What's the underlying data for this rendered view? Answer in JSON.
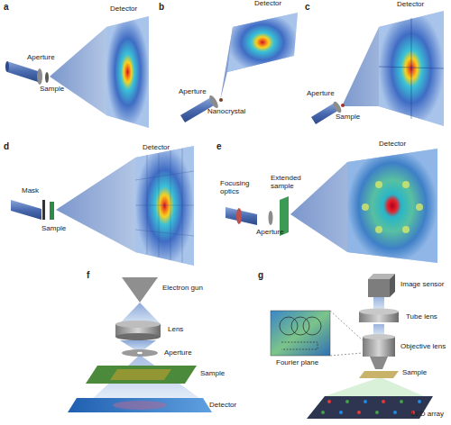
{
  "diagram": {
    "labels": [
      "a",
      "Detector",
      "Aperture",
      "Sample",
      "b",
      "Detector",
      "Aperture",
      "Nanocrystal",
      "c",
      "Detector",
      "Aperture",
      "Sample",
      "d",
      "Mask",
      "Sample",
      "Detector",
      "e",
      "Focusing optics",
      "Extended sample",
      "Aperture",
      "Detector",
      "f",
      "Electron gun",
      "Lens",
      "Aperture",
      "Sample",
      "Detector",
      "g",
      "Image sensor",
      "Tube lens",
      "Fourier plane",
      "Objective lens",
      "Sample",
      "LED array"
    ]
  }
}
